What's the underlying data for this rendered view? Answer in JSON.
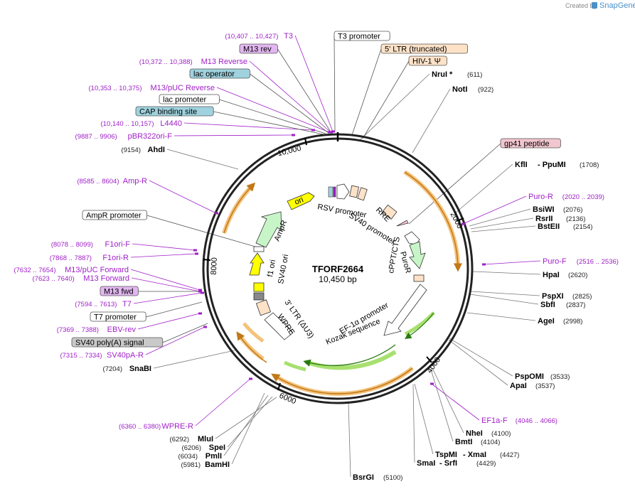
{
  "app": {
    "credit": "Created by",
    "brand": "SnapGene"
  },
  "plasmid": {
    "name": "TFORF2664",
    "size": "10,450 bp"
  },
  "ruler": [
    "2000",
    "4000",
    "6000",
    "8000",
    "10,000"
  ],
  "enzymes": [
    {
      "name": "NruI *",
      "pos": "(611)"
    },
    {
      "name": "NotI",
      "pos": "(922)"
    },
    {
      "name": "KflI",
      "dash": "- PpuMI",
      "pos": "(1708)"
    },
    {
      "name": "BsiWI",
      "pos": "(2076)"
    },
    {
      "name": "RsrII",
      "pos": "(2136)"
    },
    {
      "name": "BstEII",
      "pos": "(2154)"
    },
    {
      "name": "HpaI",
      "pos": "(2620)"
    },
    {
      "name": "PspXI",
      "pos": "(2825)"
    },
    {
      "name": "SbfI",
      "pos": "(2837)"
    },
    {
      "name": "AgeI",
      "pos": "(2998)"
    },
    {
      "name": "PspOMI",
      "pos": "(3533)"
    },
    {
      "name": "ApaI",
      "pos": "(3537)"
    },
    {
      "name": "NheI",
      "pos": "(4100)"
    },
    {
      "name": "BmtI",
      "pos": "(4104)"
    },
    {
      "name": "TspMI",
      "dash": "- XmaI",
      "pos": "(4427)"
    },
    {
      "name": "SmaI",
      "dash": "- SrfI",
      "pos": "(4429)"
    },
    {
      "name": "BsrGI",
      "pos": "(5100)"
    },
    {
      "name": "BamHI",
      "pos": "(5981)"
    },
    {
      "name": "PmlI",
      "pos": "(6034)"
    },
    {
      "name": "SpeI",
      "pos": "(6206)"
    },
    {
      "name": "MluI",
      "pos": "(6292)"
    },
    {
      "name": "SnaBI",
      "pos": "(7204)"
    },
    {
      "name": "AhdI",
      "pos": "(9154)"
    }
  ],
  "primers": [
    {
      "name": "T3",
      "range": "(10,407 .. 10,427)"
    },
    {
      "name": "M13 Reverse",
      "range": "(10,372 .. 10,388)"
    },
    {
      "name": "M13/pUC Reverse",
      "range": "(10,353 .. 10,375)"
    },
    {
      "name": "L4440",
      "range": "(10,140 .. 10,157)"
    },
    {
      "name": "pBR322ori-F",
      "range": "(9887 .. 9906)"
    },
    {
      "name": "Amp-R",
      "range": "(8585 .. 8604)"
    },
    {
      "name": "F1ori-F",
      "range": "(8078 .. 8099)"
    },
    {
      "name": "F1ori-R",
      "range": "(7868 .. 7887)"
    },
    {
      "name": "M13/pUC Forward",
      "range": "(7632 .. 7654)"
    },
    {
      "name": "M13 Forward",
      "range": "(7623 .. 7640)"
    },
    {
      "name": "T7",
      "range": "(7594 .. 7613)"
    },
    {
      "name": "EBV-rev",
      "range": "(7369 .. 7388)"
    },
    {
      "name": "SV40pA-R",
      "range": "(7315 .. 7334)"
    },
    {
      "name": "WPRE-R",
      "range": "(6360 .. 6380)"
    },
    {
      "name": "Puro-R",
      "range": "(2020 .. 2039)"
    },
    {
      "name": "Puro-F",
      "range": "(2516 .. 2536)"
    },
    {
      "name": "EF1a-F",
      "range": "(4046 .. 4066)"
    }
  ],
  "boxed_features": [
    {
      "name": "T3 promoter",
      "color": "#ffffff"
    },
    {
      "name": "5' LTR (truncated)",
      "color": "#fde2c8"
    },
    {
      "name": "HIV-1 Ψ",
      "color": "#fde2c8"
    },
    {
      "name": "M13 rev",
      "color": "#e2b6f0"
    },
    {
      "name": "lac operator",
      "color": "#9fd2de"
    },
    {
      "name": "lac promoter",
      "color": "#ffffff"
    },
    {
      "name": "CAP binding site",
      "color": "#9fd2de"
    },
    {
      "name": "gp41 peptide",
      "color": "#f2c6cf"
    },
    {
      "name": "AmpR promoter",
      "color": "#ffffff"
    },
    {
      "name": "M13 fwd",
      "color": "#e2b6f0"
    },
    {
      "name": "T7 promoter",
      "color": "#ffffff"
    },
    {
      "name": "SV40 poly(A) signal",
      "color": "#c9c9c9"
    }
  ],
  "inner_features": [
    {
      "name": "ori"
    },
    {
      "name": "AmpR"
    },
    {
      "name": "f1 ori"
    },
    {
      "name": "SV40 ori"
    },
    {
      "name": "RSV promoter"
    },
    {
      "name": "SV40 promoter"
    },
    {
      "name": "RRE"
    },
    {
      "name": "PuroR"
    },
    {
      "name": "cPPT/CTS"
    },
    {
      "name": "EF-1α promoter"
    },
    {
      "name": "Kozak sequence"
    },
    {
      "name": "3' LTR (ΔU3)"
    },
    {
      "name": "WPRE"
    }
  ],
  "colors": {
    "primer": "#a020c8",
    "orf": "#f5c27a",
    "orf_arrow": "#c07818",
    "green_orf": "#4aa02c",
    "ori": "#ffff00",
    "ampr": "#c8f5c8",
    "ltr": "#fde2c8",
    "backbone": "#222222"
  }
}
